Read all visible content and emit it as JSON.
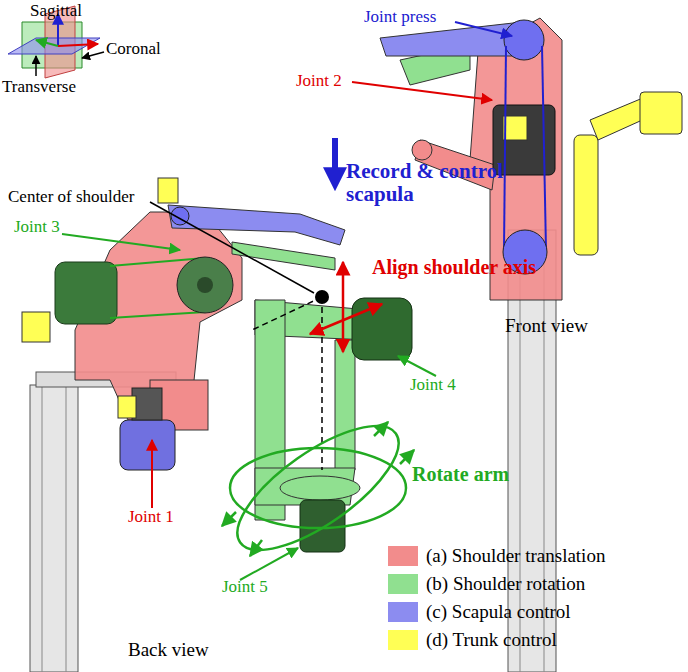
{
  "diagram": {
    "labels": [
      "Sagittal",
      "Coronal",
      "Transverse",
      "Joint press",
      "Joint 2",
      "Front view",
      "Record & control scapula",
      "Center of shoulder",
      "Joint 3",
      "Align shoulder axis",
      "Joint 4",
      "Rotate arm",
      "Joint 1",
      "Joint 5",
      "Back view"
    ],
    "legend": [
      {
        "text": "(a) Shoulder translation",
        "color": "#f28c8c"
      },
      {
        "text": "(b) Shoulder rotation",
        "color": "#90e090"
      },
      {
        "text": "(c) Scapula control",
        "color": "#8c8cf0"
      },
      {
        "text": "(d) Trunk control",
        "color": "#ffff55"
      }
    ]
  }
}
